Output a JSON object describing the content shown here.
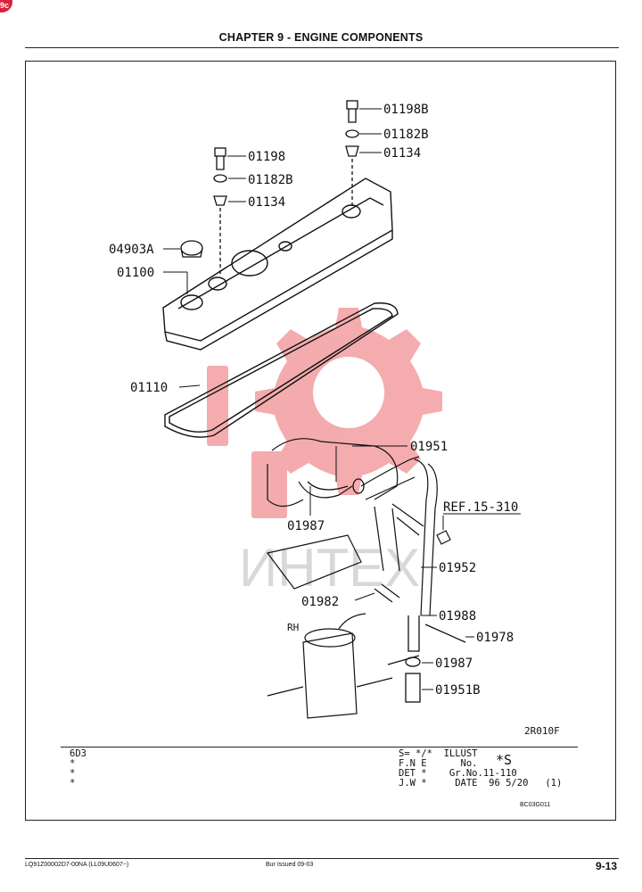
{
  "page": {
    "badge": "9c",
    "chapter_title": "CHAPTER 9 - ENGINE COMPONENTS",
    "page_number": "9-13"
  },
  "diagram": {
    "parts": {
      "p01198B": "01198B",
      "p01182B_r": "01182B",
      "p01134_r": "01134",
      "p01198": "01198",
      "p01182B_l": "01182B",
      "p01134_l": "01134",
      "p04903A": "04903A",
      "p01100": "01100",
      "p01110": "01110",
      "p01951": "01951",
      "p01987_a": "01987",
      "ref": "REF.15-310",
      "p01952": "01952",
      "p01982": "01982",
      "p01988": "01988",
      "p01978": "01978",
      "p01987_b": "01987",
      "p01951B": "01951B",
      "rh": "RH"
    },
    "watermark_text": "ИНТЕХ",
    "illustration_code": "2R010F"
  },
  "table": {
    "model": "6D3\n*\n*\n*",
    "info": "S= */*  ILLUST\nF.N E      No.\nDET *    Gr.No.11-110\nJ.W *     DATE  96 5/20   (1)",
    "illust_no": "*S",
    "drawing_no": "BC03G011"
  },
  "footer": {
    "left": "LQ91Z00002D7-00NA   (LL09U0607~)",
    "middle": "Bur   Issued 09-03"
  },
  "colors": {
    "watermark": "#e8474e",
    "ink": "#111111"
  }
}
